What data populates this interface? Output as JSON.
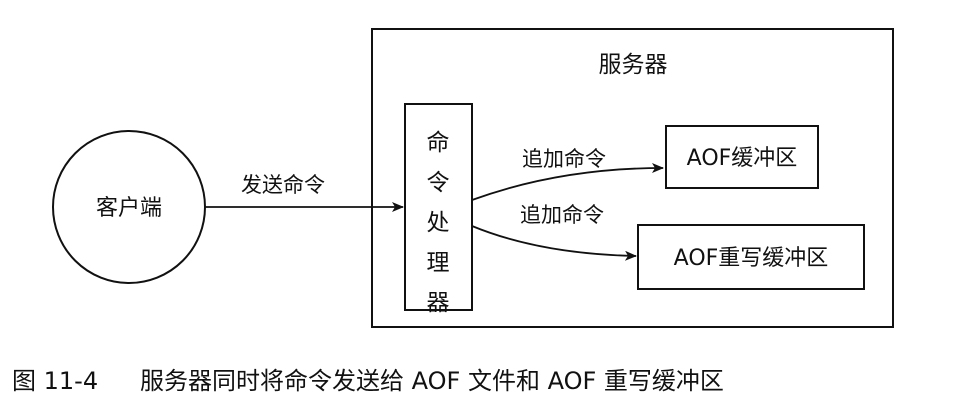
{
  "diagram": {
    "server_label": "服务器",
    "client_label": "客户端",
    "processor_label": "命令处理器",
    "send_edge_label": "发送命令",
    "append_edge_label_1": "追加命令",
    "append_edge_label_2": "追加命令",
    "aof_buffer_label": "AOF缓冲区",
    "aof_rewrite_buffer_label": "AOF重写缓冲区"
  },
  "caption": {
    "figure_number": "图 11-4",
    "text": "服务器同时将命令发送给 AOF 文件和 AOF 重写缓冲区"
  }
}
